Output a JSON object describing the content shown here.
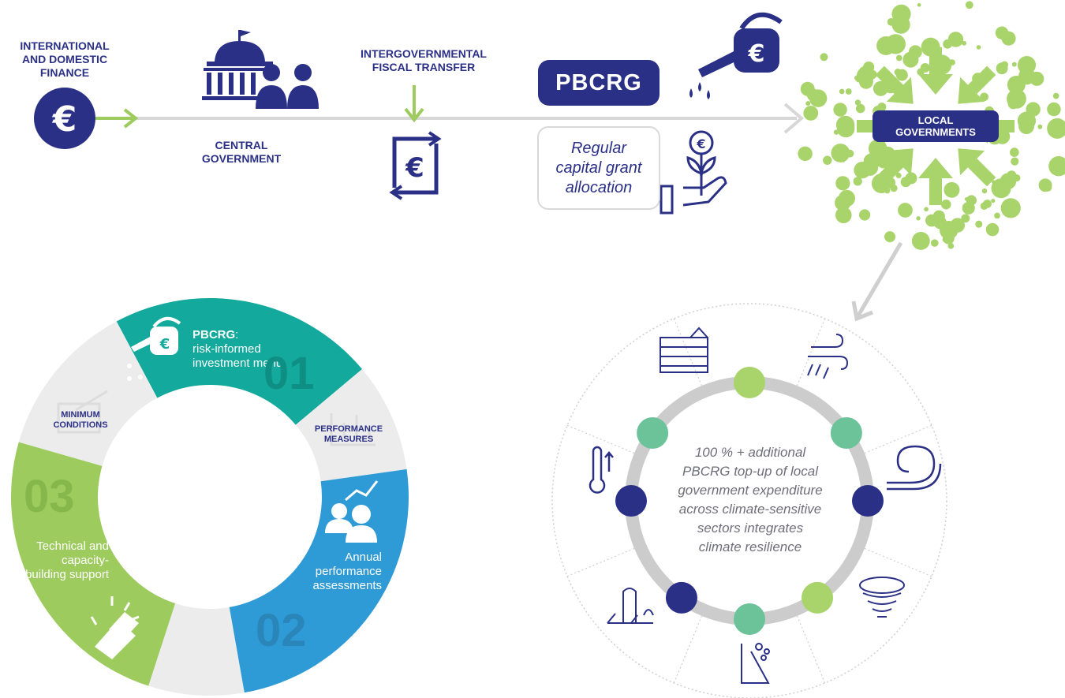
{
  "flow": {
    "finance_label": "INTERNATIONAL AND DOMESTIC FINANCE",
    "central_label": "CENTRAL GOVERNMENT",
    "transfer_label": "INTERGOVERNMENTAL FISCAL TRANSFER",
    "pbcrg_label": "PBCRG",
    "regular_grant_label": "Regular capital grant allocation",
    "local_label": "LOCAL GOVERNMENTS",
    "currency_symbol": "€"
  },
  "cycle": {
    "pbcrg_title": "PBCRG",
    "pbcrg_colon": ":",
    "pbcrg_desc": "risk-informed investment menu",
    "step1_number": "01",
    "step2_number": "02",
    "step3_number": "03",
    "performance_label": "PERFORMANCE MEASURES",
    "minimum_label": "MINIMUM CONDITIONS",
    "annual_label": "Annual performance assessments",
    "technical_label": "Technical and capacity-building support"
  },
  "sectors": {
    "center_text": "100 % + additional PBCRG top-up of local government expenditure across climate-sensitive sectors integrates climate resilience"
  },
  "colors": {
    "navy": "#2b3087",
    "teal": "#13a99c",
    "blue": "#2f9bd6",
    "green": "#9dcb5d",
    "mint": "#6cc39a",
    "light_green": "#a9d46b",
    "grey": "#ececec"
  }
}
